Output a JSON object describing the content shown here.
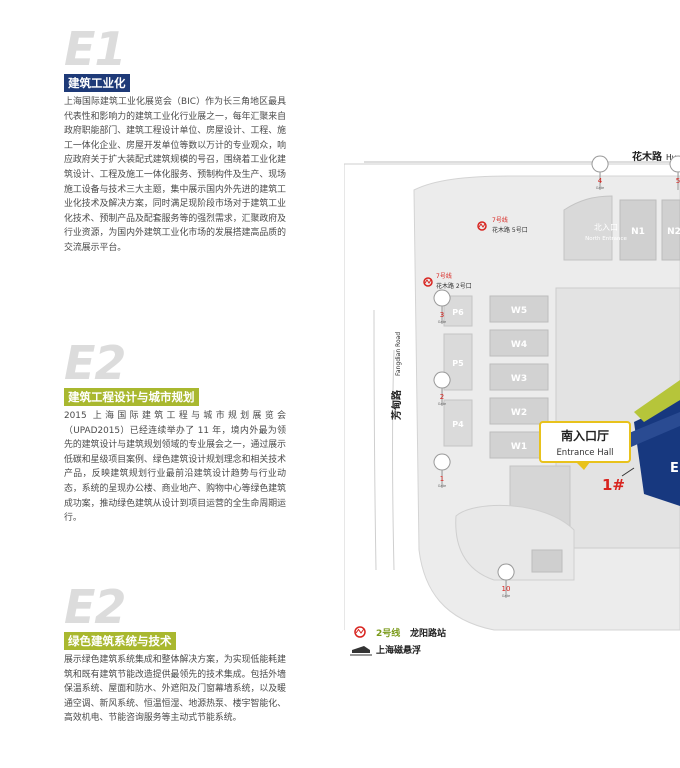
{
  "sections": [
    {
      "code": "E1",
      "title": "建筑工业化",
      "color": "#1e3a78",
      "text": "上海国际建筑工业化展览会（BIC）作为长三角地区最具代表性和影响力的建筑工业化行业展之一，每年汇聚来自政府职能部门、建筑工程设计单位、房屋设计、工程、施工一体化企业、房屋开发单位等数以万计的专业观众，响应政府关于扩大装配式建筑规模的号召，围绕着工业化建筑设计、工程及施工一体化服务、预制构件及生产、现场施工设备与技术三大主题，集中展示国内外先进的建筑工业化技术及解决方案，同时满足现阶段市场对于建筑工业化技术、预制产品及配套服务等的强烈需求，汇聚政府及行业资源，为国内外建筑工业化市场的发展搭建高品质的交流展示平台。"
    },
    {
      "code": "E2",
      "title": "建筑工程设计与城市规划",
      "color": "#a9b82f",
      "text": "2015 上海国际建筑工程与城市规划展览会（UPAD2015）已经连续举办了 11 年，境内外最为领先的建筑设计与建筑规划领域的专业展会之一，通过展示低碳和星级项目案例、绿色建筑设计规划理念和相关技术产品，反映建筑规划行业最前沿建筑设计趋势与行业动态，系统的呈现办公楼、商业地产、购物中心等绿色建筑成功案，推动绿色建筑从设计到项目运营的全生命周期运行。"
    },
    {
      "code": "E2",
      "title": "绿色建筑系统与技术",
      "color": "#a9b82f",
      "text": "展示绿色建筑系统集成和整体解决方案，为实现低能耗建筑和既有建筑节能改造提供最领先的技术集成。包括外墙保温系统、屋面和防水、外遮阳及门窗幕墙系统，以及暖通空调、新风系统、恒温恒湿、地源热泵、楼宇智能化、高效机电、节能咨询服务等主动式节能系统。"
    }
  ],
  "map": {
    "road_north_cn": "花木路",
    "road_north_en": "Hu",
    "road_west_cn": "芳甸路",
    "road_west_en": "Fangdian Road",
    "metro_line7_a": "7号线",
    "metro_station_a": "花木路 5号口",
    "metro_line7_b": "7号线",
    "metro_station_b": "花木路 2号口",
    "north_entrance_cn": "北入口",
    "north_entrance_en": "North Entrance",
    "halls": [
      "N1",
      "N2",
      "W5",
      "W4",
      "W3",
      "W2",
      "W1",
      "P6",
      "P5",
      "P4"
    ],
    "south_entrance_cn": "南入口厅",
    "south_entrance_en": "Entrance Hall",
    "gate_main": "1#",
    "gate_labels": [
      "4",
      "5",
      "3",
      "2",
      "1",
      "10"
    ],
    "gate_sublabel": "Gate",
    "hall_e_partial": "E",
    "legend_metro_line": "2号线",
    "legend_metro_station": "龙阳路站",
    "legend_maglev": "上海磁悬浮"
  }
}
